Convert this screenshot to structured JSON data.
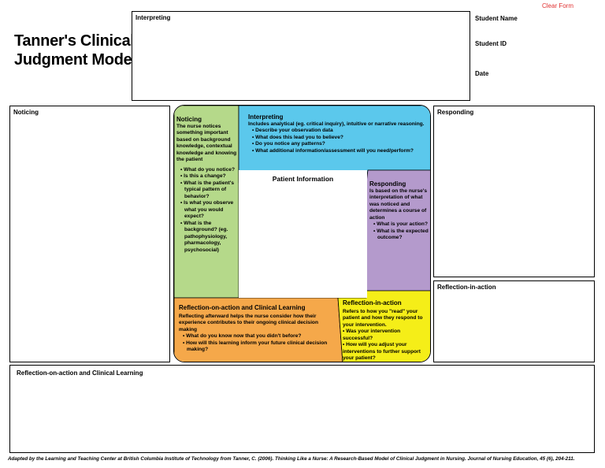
{
  "header": {
    "title_line1": "Tanner's Clinical",
    "title_line2": "Judgment Model",
    "clear_form": "Clear Form",
    "student_name": "Student Name",
    "student_id": "Student ID",
    "date": "Date"
  },
  "fields": {
    "interpreting": "Interpreting",
    "noticing": "Noticing",
    "responding": "Responding",
    "reflection_in_action": "Reflection-in-action",
    "reflection_on_action": "Reflection-on-action and Clinical Learning"
  },
  "diagram": {
    "colors": {
      "noticing": "#b5d98a",
      "interpreting": "#5bc8ec",
      "responding": "#b49acc",
      "reflection_on_action": "#f5a84a",
      "reflection_in_action": "#f5ee18"
    },
    "patient_info": "Patient Information",
    "noticing": {
      "title": "Noticing",
      "text": "The nurse notices something important based on background knowledge, contextual knowledge and knowing the patient",
      "items": [
        "What do you notice?",
        "Is this a change?",
        "What is the patient's typical pattern of behavior?",
        "Is what you observe what you would expect?",
        "What is the background? (eg. pathophysiology, pharmacology, psychosocial)"
      ]
    },
    "interpreting": {
      "title": "Interpreting",
      "text": "Includes analytical (eg. critical inquiry), intuitive or narrative reasoning.",
      "items": [
        "Describe your observation data",
        "What does this lead you to believe?",
        "Do you notice any patterns?",
        "What additional information/assessment will you need/perform?"
      ]
    },
    "responding": {
      "title": "Responding",
      "text": "Is based on the nurse's interpretation of what was noticed and determines a course of action",
      "items": [
        "What is your action?",
        "What is the expected outcome?"
      ]
    },
    "reflection_on_action": {
      "title": "Reflection-on-action and Clinical Learning",
      "text": "Reflecting afterward helps the nurse consider how their experience contributes to their ongoing clinical decision making",
      "items": [
        "What do you know now that you didn't before?",
        "How will this learning inform your future clinical decision making?"
      ]
    },
    "reflection_in_action": {
      "title": "Reflection-in-action",
      "text": "Refers to how you \"read\" your patient and how they respond to your intervention.",
      "items": [
        "Was your intervention successful?",
        "How will you adjust your interventions to further support your patient?"
      ]
    }
  },
  "footer": "Adapted by the Learning and Teaching Center at British Columbia Institute of Technology from Tanner, C. (2006). Thinking Like a Nurse: A Research-Based Model of Clinical Judgment in Nursing. Journal of Nursing Education, 45 (6), 204-211."
}
